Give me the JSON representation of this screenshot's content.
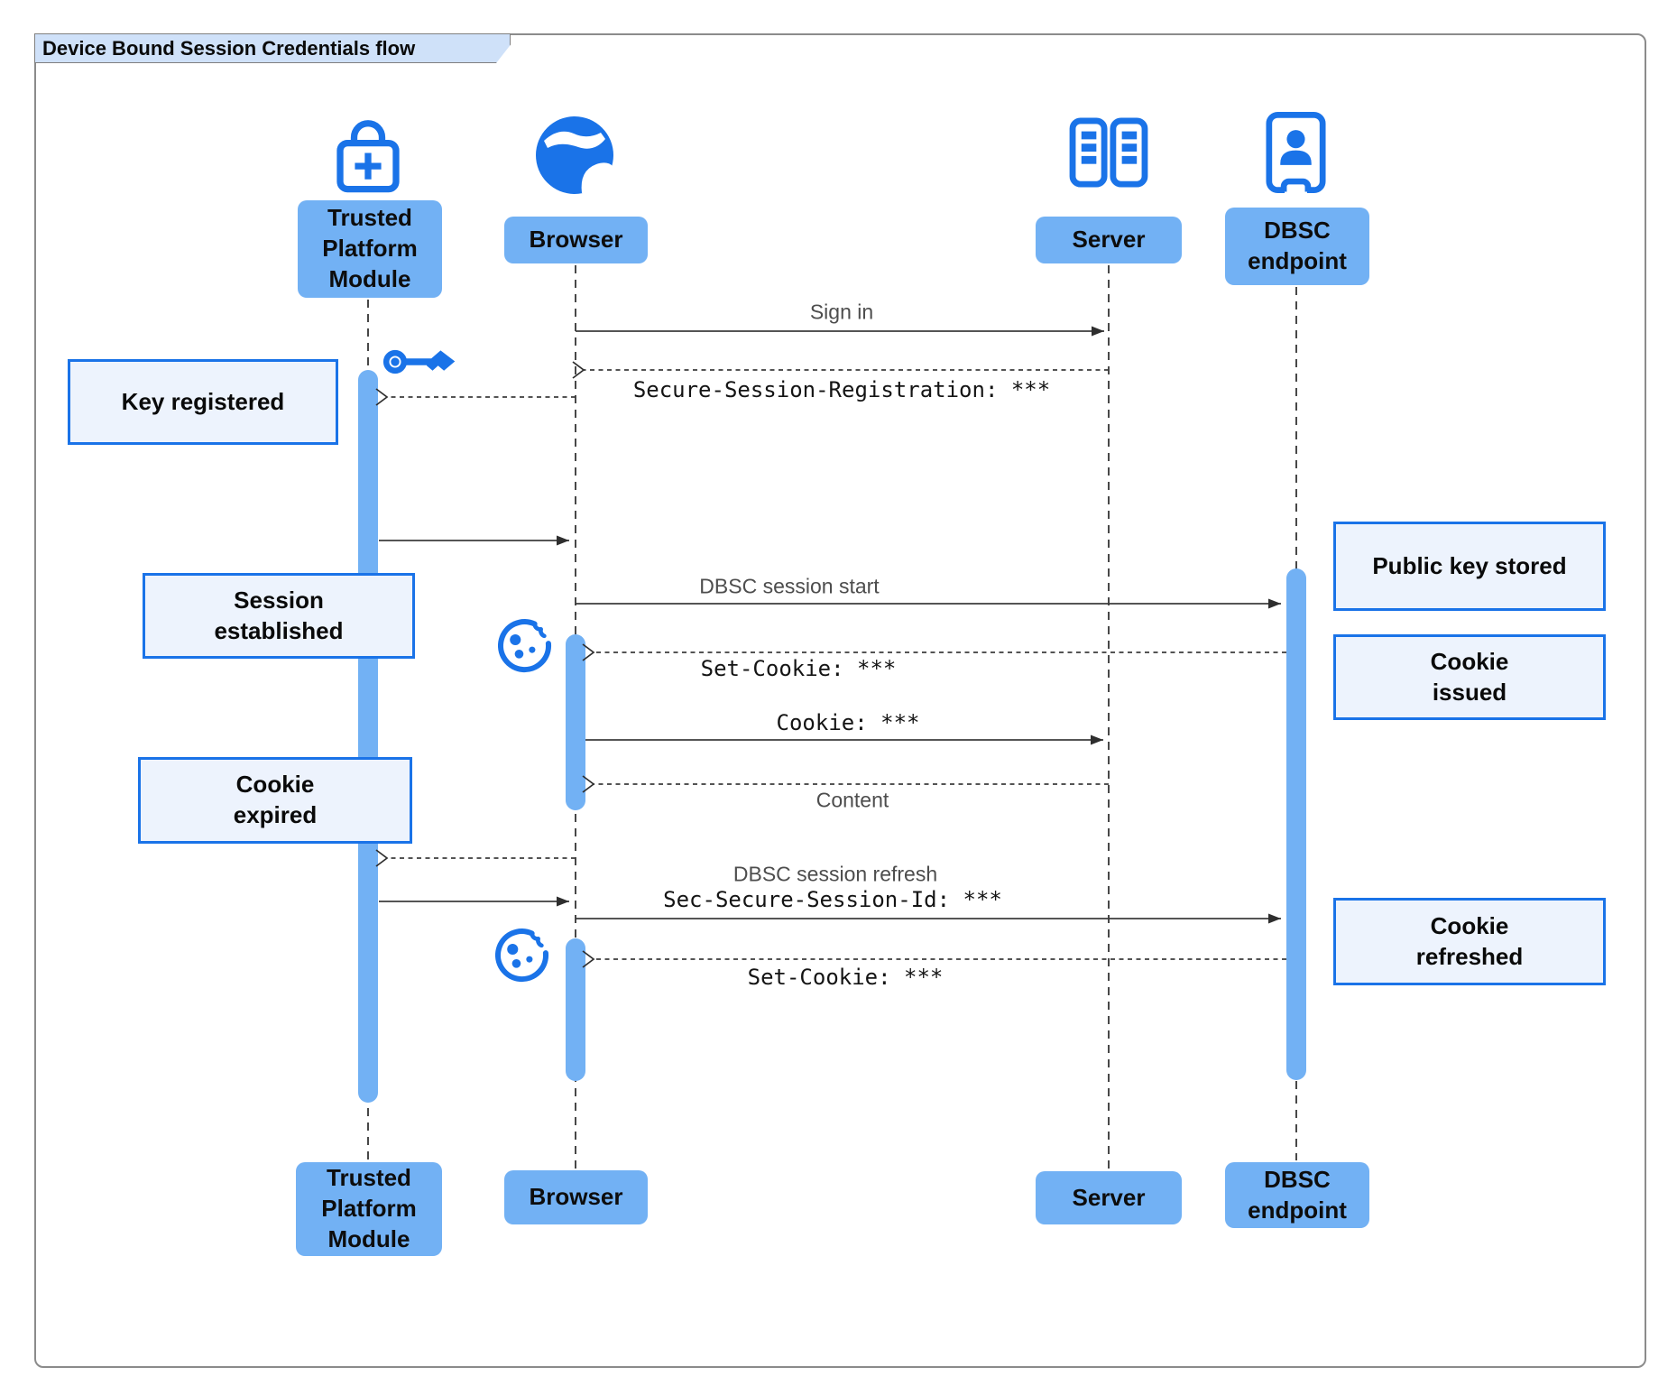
{
  "title": "Device Bound Session Credentials flow",
  "actors": {
    "tpm": {
      "label": "Trusted\nPlatform\nModule"
    },
    "browser": {
      "label": "Browser"
    },
    "server": {
      "label": "Server"
    },
    "dbsc": {
      "label": "DBSC\nendpoint"
    }
  },
  "notes": {
    "key_registered": "Key registered",
    "session_established": "Session\nestablished",
    "cookie_expired": "Cookie\nexpired",
    "public_key_stored": "Public key stored",
    "cookie_issued": "Cookie\nissued",
    "cookie_refreshed": "Cookie\nrefreshed"
  },
  "messages": {
    "sign_in": "Sign in",
    "secure_session_registration": "Secure-Session-Registration: ***",
    "dbsc_session_start": "DBSC session start",
    "set_cookie_1": "Set-Cookie: ***",
    "cookie": "Cookie: ***",
    "content": "Content",
    "dbsc_session_refresh": "DBSC session refresh",
    "sec_secure_session_id": "Sec-Secure-Session-Id: ***",
    "set_cookie_2": "Set-Cookie: ***"
  },
  "icons": {
    "tpm": "lock-plus-icon",
    "browser": "globe-icon",
    "server": "server-rack-icon",
    "dbsc": "endpoint-person-icon",
    "key": "key-icon",
    "cookie": "cookie-icon"
  },
  "colors": {
    "accent_blue": "#1a73e8",
    "light_blue_fill": "#72b1f4",
    "note_fill": "#edf3fd",
    "note_border": "#1a73e8",
    "title_fill": "#cfe1f9",
    "line_color": "#3d3d3d"
  }
}
